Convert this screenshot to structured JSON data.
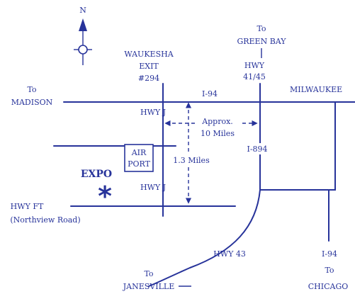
{
  "north": "N",
  "labels": {
    "to_green_bay": "To",
    "green_bay": "GREEN BAY",
    "hwy_41_45_a": "HWY",
    "hwy_41_45_b": "41/45",
    "waukesha": "WAUKESHA",
    "exit": "EXIT",
    "exit_num": "#294",
    "to_madison": "To",
    "madison": "MADISON",
    "i94_top": "I-94",
    "milwaukee": "MILWAUKEE",
    "hwy_j_top": "HWY J",
    "approx": "Approx.",
    "ten_miles": "10 Miles",
    "i894": "I-894",
    "air": "AIR",
    "port": "PORT",
    "one_three_miles": "1.3 Miles",
    "expo": "EXPO",
    "asterisk": "*",
    "hwy_j_bottom": "HWY J",
    "hwy_ft": "HWY FT",
    "northview": "(Northview Road)",
    "hwy_43": "HWY 43",
    "i94_bottom": "I-94",
    "to_chicago": "To",
    "chicago": "CHICAGO",
    "to_janesville": "To",
    "janesville": "JANESVILLE"
  },
  "colors": {
    "ink": "#27339a",
    "background": "#ffffff"
  }
}
